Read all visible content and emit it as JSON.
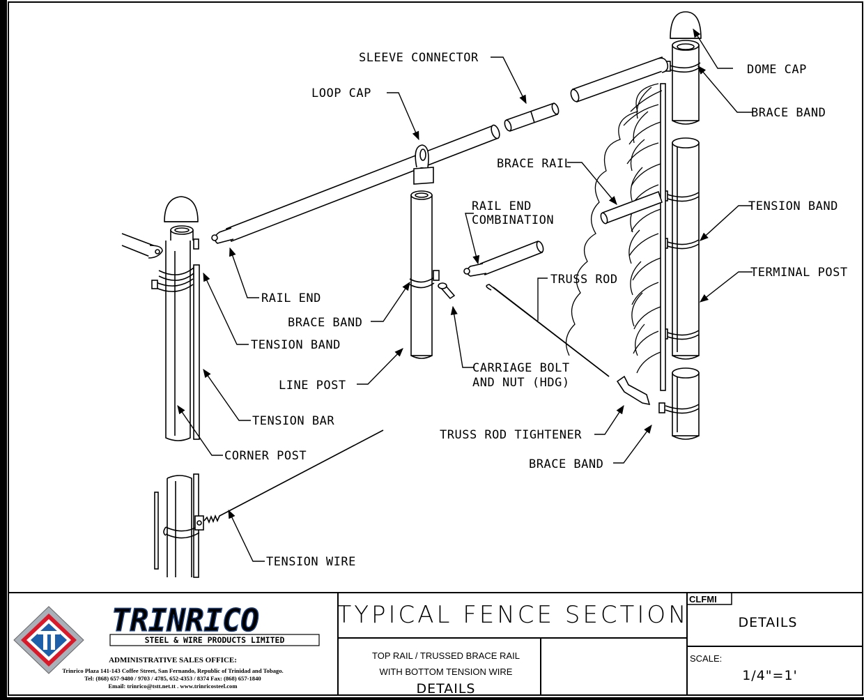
{
  "labels": {
    "sleeve_connector": "SLEEVE CONNECTOR",
    "loop_cap": "LOOP CAP",
    "dome_cap": "DOME CAP",
    "brace_band_top": "BRACE BAND",
    "brace_rail": "BRACE RAIL",
    "tension_band_right": "TENSION BAND",
    "rail_end_combination_1": "RAIL END",
    "rail_end_combination_2": "COMBINATION",
    "terminal_post": "TERMINAL POST",
    "truss_rod": "TRUSS ROD",
    "rail_end": "RAIL END",
    "brace_band_mid": "BRACE BAND",
    "tension_band_left": "TENSION BAND",
    "carriage_bolt_1": "CARRIAGE BOLT",
    "carriage_bolt_2": "AND NUT (HDG)",
    "line_post": "LINE POST",
    "tension_bar": "TENSION BAR",
    "truss_rod_tightener": "TRUSS ROD TIGHTENER",
    "corner_post": "CORNER POST",
    "brace_band_bottom": "BRACE BAND",
    "tension_wire": "TENSION WIRE"
  },
  "title_block": {
    "company_name": "TRINRICO",
    "company_subtitle": "STEEL & WIRE PRODUCTS LIMITED",
    "office_heading": "ADMINISTRATIVE SALES OFFICE:",
    "address": "Trinrico Plaza 141-143 Coffee Street, San Fernando, Republic of Trinidad and Tobago.",
    "phone": "Tel: (868) 657-9480 / 9703 / 4785, 652-4353 / 8374  Fax: (868) 657-1840",
    "email": "Email: trinrico@tstt.net.tt      .      www.trinricosteel.com",
    "drawing_title": "TYPICAL FENCE SECTION",
    "code": "CLFMI",
    "sheet_type": "DETAILS",
    "desc_line1": "TOP RAIL / TRUSSED BRACE RAIL",
    "desc_line2": "WITH BOTTOM TENSION WIRE",
    "desc_line3": "DETAILS",
    "scale_label": "SCALE:",
    "scale_value": "1/4\"=1'"
  }
}
